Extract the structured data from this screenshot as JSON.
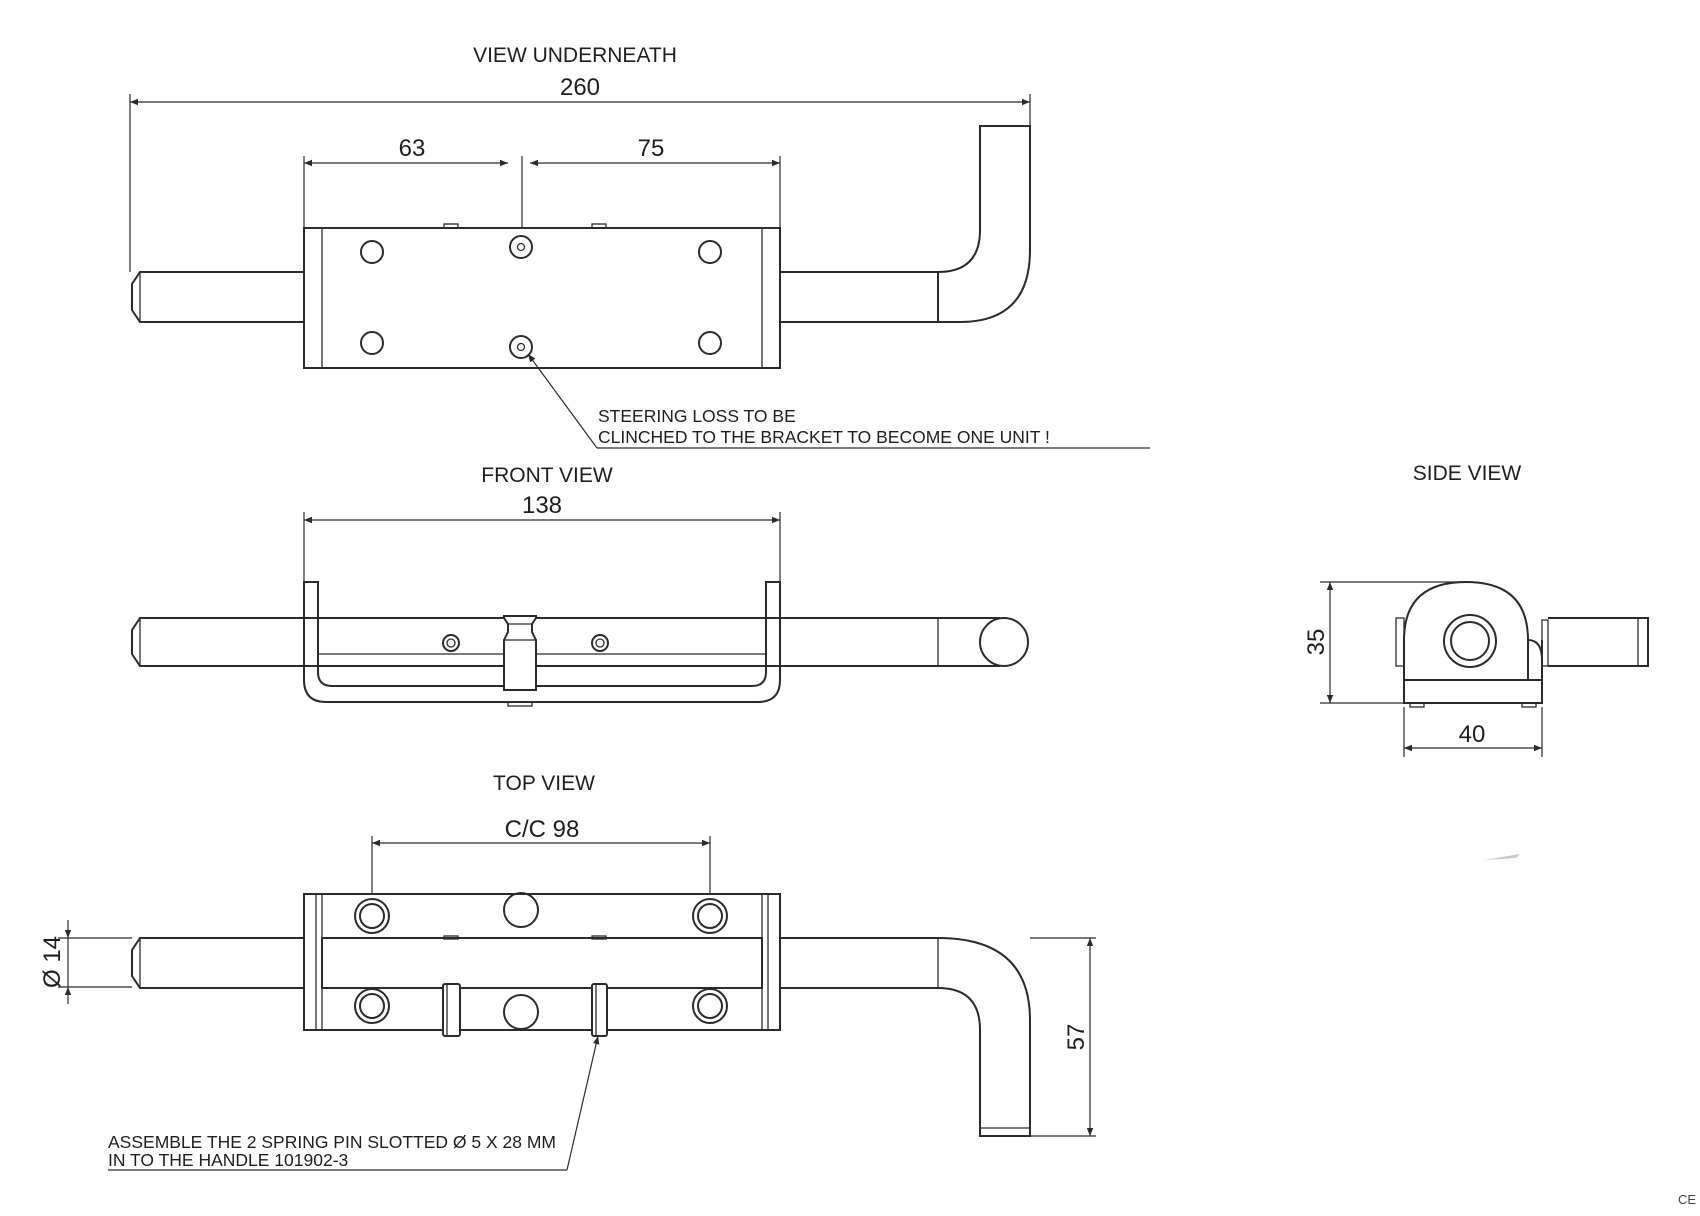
{
  "views": {
    "underneath": {
      "title": "VIEW UNDERNEATH",
      "dim_total": "260",
      "dim_left": "63",
      "dim_right": "75"
    },
    "front": {
      "title": "FRONT VIEW",
      "dim_width": "138"
    },
    "side": {
      "title": "SIDE VIEW",
      "dim_height": "35",
      "dim_width": "40"
    },
    "top": {
      "title": "TOP VIEW",
      "dim_cc": "C/C 98",
      "dim_dia": "Ø 14",
      "dim_handle": "57"
    }
  },
  "notes": {
    "steering_line1": "STEERING LOSS TO BE",
    "steering_line2": "CLINCHED TO THE BRACKET TO BECOME ONE UNIT !",
    "assemble_line1": "ASSEMBLE THE 2 SPRING PIN SLOTTED Ø 5 X 28 MM",
    "assemble_line2": "IN TO THE HANDLE 101902-3"
  },
  "corner_fragment": "CE",
  "colors": {
    "line": "#2b2b2b",
    "background": "#ffffff"
  }
}
